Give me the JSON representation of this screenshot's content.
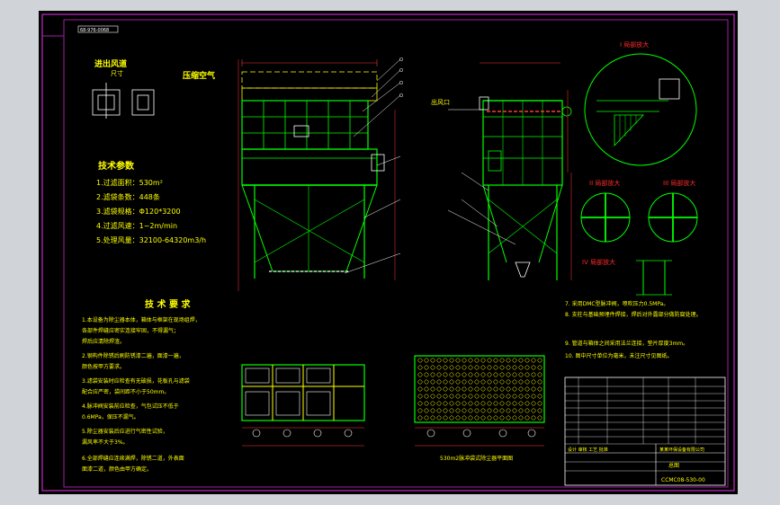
{
  "drawing": {
    "stamp": "68-976-0068",
    "inlet_title": "进出风道",
    "inlet_dim_label": "尺寸",
    "air_title": "压缩空气",
    "params": {
      "title": "技术参数",
      "rows": [
        "1.过滤面积：530m²",
        "2.滤袋条数：448条",
        "3.滤袋规格：Φ120*3200",
        "4.过滤风速：1~2m/min",
        "5.处理风量：32100-64320m3/h"
      ]
    },
    "tech": {
      "title": "技 术 要 求",
      "rows": [
        "1.本设备为除尘器本体，箱体与框架在现场组焊，",
        "  各部件焊缝应密实连接牢固，不得漏气；",
        "  焊后应清除焊渣。",
        "2.钢构件除锈后刷防锈漆二遍，面漆一遍，",
        "  颜色按甲方要求。",
        "3.滤袋安装时应检查有无破损，花板孔与滤袋",
        "  配合应严密，袋间距不小于50mm。",
        "4.脉冲阀安装前应检查，气包试压不低于",
        "  0.6MPa，保压不漏气。",
        "5.除尘器安装后应进行气密性试验，",
        "  漏风率不大于3%。",
        "6.全部焊缝应连续满焊，除锈二道，外表面",
        "  面漆二道，颜色由甲方确定。"
      ]
    },
    "notes": [
      "7. 采用DMC型脉冲阀，喷吹压力0.5MPa。",
      "8. 支柱与基础预埋件焊接，焊后对外露部分做防腐处理。",
      "9. 管道与箱体之间采用法兰连接，垫片厚度3mm。",
      "10. 图中尺寸单位为毫米，未注尺寸见图纸。"
    ],
    "detail_labels": [
      "I 局部放大",
      "II 局部放大",
      "III 局部放大",
      "IV 局部放大"
    ],
    "outlet_label": "出风口",
    "plan_caption": "530m2脉冲袋式除尘器平面图",
    "title_block": {
      "designer_row": "设计  审核  工艺  批准",
      "company": "某某环保设备有限公司",
      "sheet_name": "总图",
      "drawing_no": "CCMC08-530-00"
    },
    "bom_rows": [
      "",
      "",
      "",
      "",
      "",
      "",
      "",
      "",
      ""
    ]
  },
  "colors": {
    "frame": "#a020a0",
    "equipment": "#00ff00",
    "text": "#ffff00",
    "detail_text": "#ff2a2a",
    "dim": "#ff3a3a",
    "white": "#ffffff",
    "cyan": "#00c8ff"
  }
}
